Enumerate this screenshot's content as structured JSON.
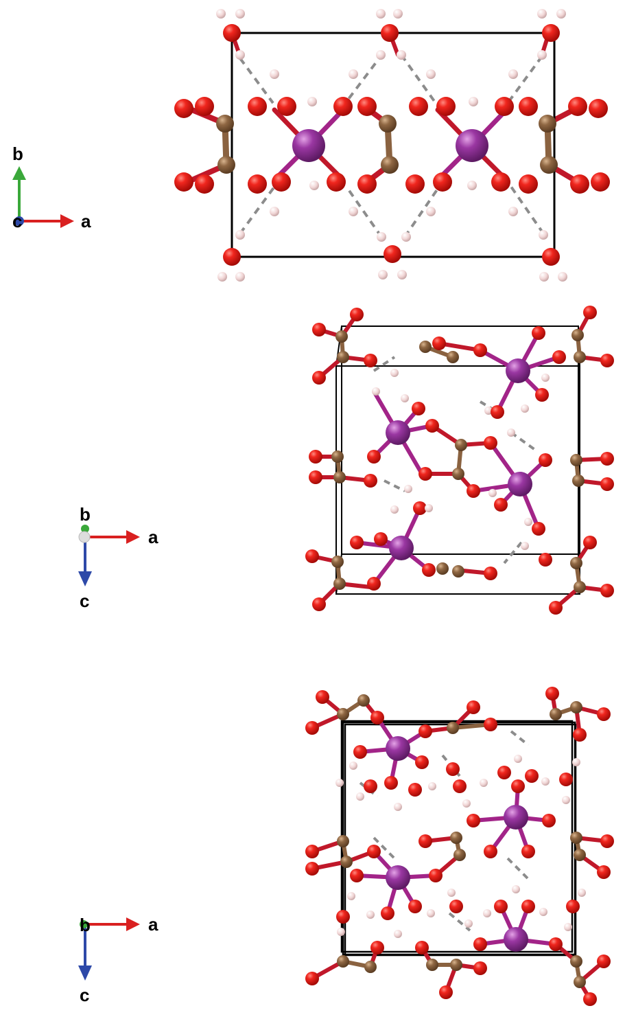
{
  "figure": {
    "colors": {
      "oxygen": "#e11a14",
      "carbon": "#8a6240",
      "metal": "#93339b",
      "hydrogen": "#f0d2d2",
      "hbond": "#8c8c8c",
      "cell": "#000000",
      "axis_a": "#d92020",
      "axis_b": "#3aa83a",
      "axis_c": "#2d49a8"
    },
    "panels": [
      {
        "view": "c-axis projection",
        "axes": {
          "a": "a",
          "b": "b",
          "center": "c"
        }
      },
      {
        "view": "b-axis projection (tilted)",
        "axes": {
          "a": "a",
          "b": "b",
          "c": "c"
        }
      },
      {
        "view": "b-axis projection",
        "axes": {
          "a": "a",
          "b": "b",
          "c": "c"
        }
      }
    ]
  }
}
